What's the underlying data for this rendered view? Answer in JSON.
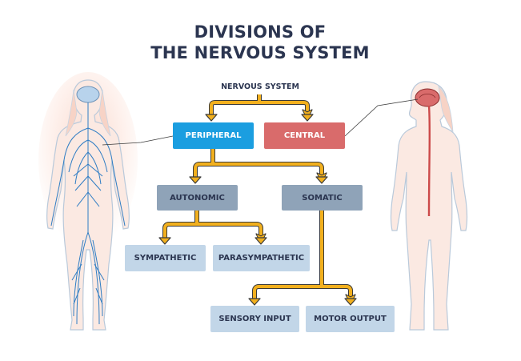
{
  "title": {
    "line1": "DIVISIONS OF",
    "line2": "THE NERVOUS SYSTEM"
  },
  "root": "NERVOUS SYSTEM",
  "nodes": {
    "peripheral": "PERIPHERAL",
    "central": "CENTRAL",
    "autonomic": "AUTONOMIC",
    "somatic": "SOMATIC",
    "sympathetic": "SYMPATHETIC",
    "parasympathetic": "PARASYMPATHETIC",
    "sensory_input": "SENSORY INPUT",
    "motor_output": "MOTOR OUTPUT"
  },
  "colors": {
    "title": "#2b3550",
    "peripheral": "#1b9ee0",
    "central": "#d96b6b",
    "level2": "#8fa3b8",
    "level3": "#c2d6e8",
    "arrow": "#f2b01e",
    "nerve": "#2f7dc4",
    "spine": "#cc4a4a",
    "body_fill": "#fbe4dc",
    "body_outline": "#c7d4e2"
  },
  "icons": {
    "left_figure": "female-body-peripheral-nerves-icon",
    "right_figure": "female-body-brain-spinal-cord-icon"
  }
}
